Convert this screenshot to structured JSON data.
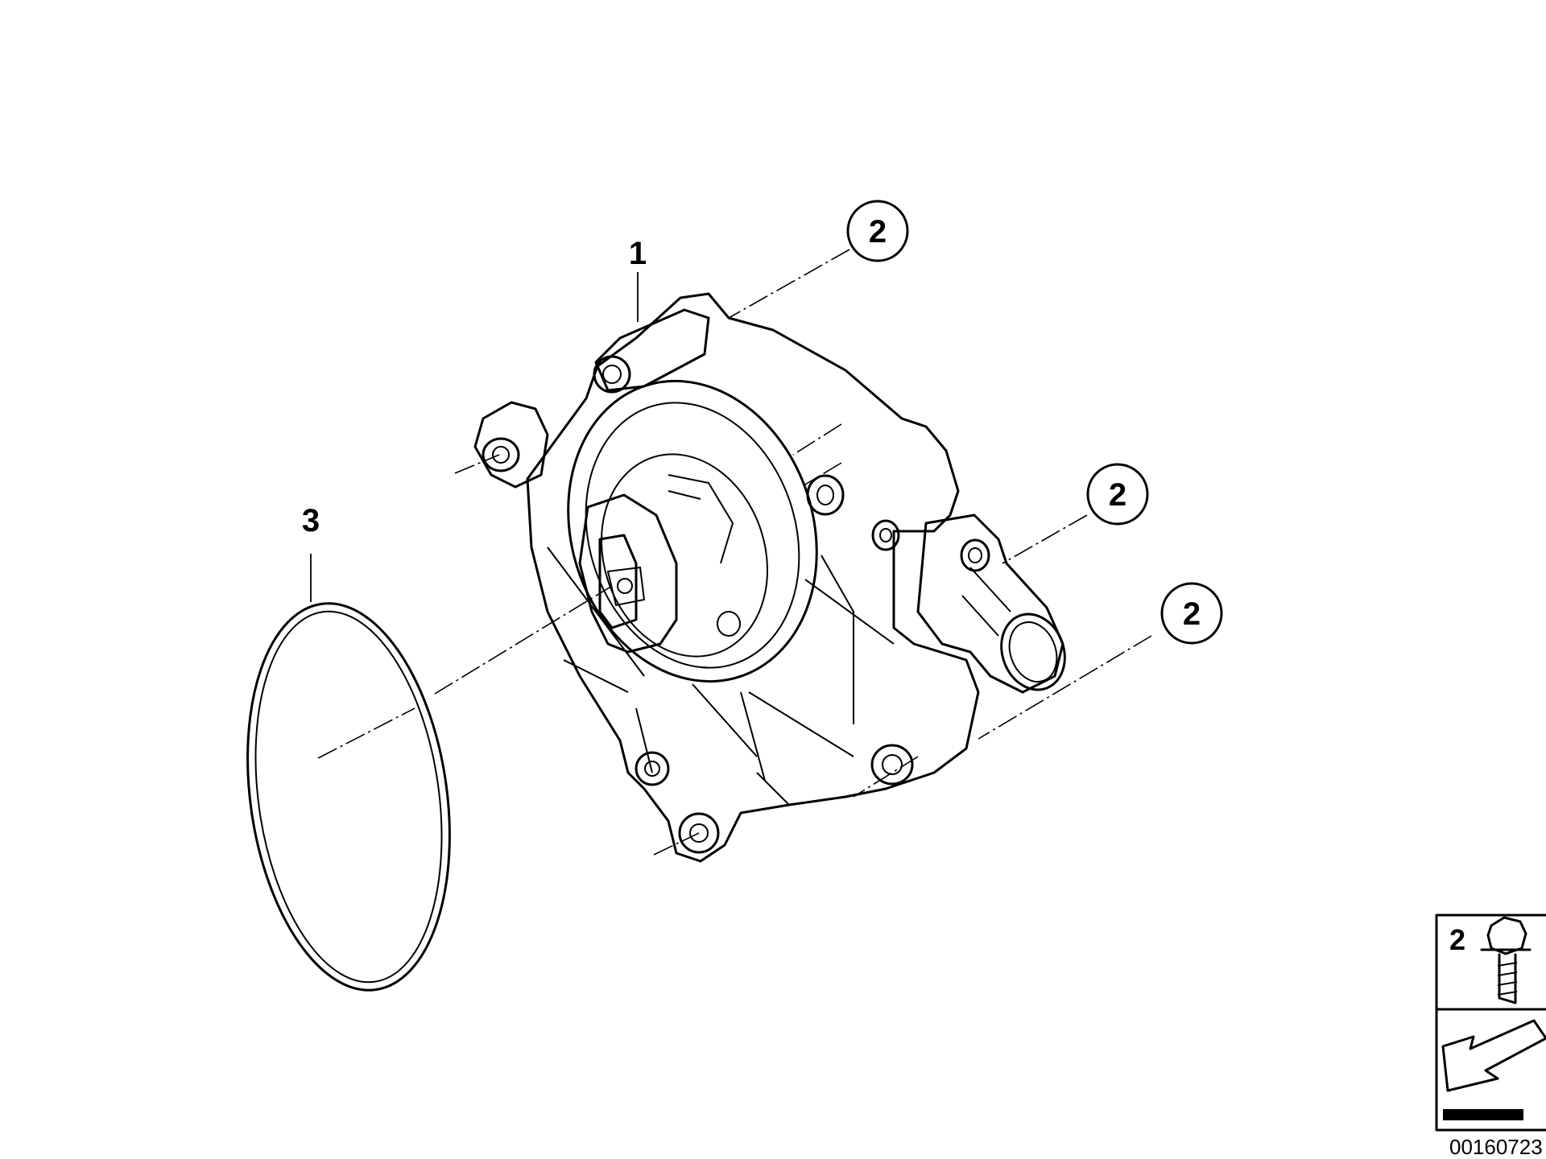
{
  "diagram": {
    "callouts": {
      "part1": "1",
      "part2_top": "2",
      "part2_mid": "2",
      "part2_low": "2",
      "part3": "3"
    },
    "legend": {
      "item_number": "2",
      "item_icon": "bolt-icon",
      "reference_icon": "reference-arrow-icon"
    },
    "drawing_number": "00160723"
  }
}
